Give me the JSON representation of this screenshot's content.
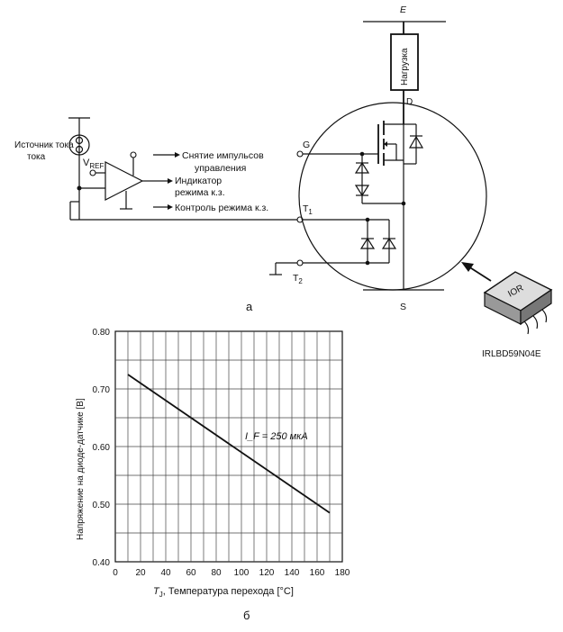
{
  "schematic": {
    "label_current_source": "Источник тока",
    "label_vref_main": "V",
    "label_vref_sub": "REF",
    "label_pulse_off": "Снятие импульсов",
    "label_pulse_off_2": "управления",
    "label_sc_indicator": "Индикатор",
    "label_sc_indicator_2": "режима к.з.",
    "label_sc_control": "Контроль режима к.з.",
    "label_load": "Нагрузка",
    "pin_E": "E",
    "pin_D": "D",
    "pin_G": "G",
    "pin_S": "S",
    "pin_T1_main": "T",
    "pin_T1_sub": "1",
    "pin_T2_main": "T",
    "pin_T2_sub": "2",
    "package_label": "IOR",
    "part_number": "IRLBD59N04E",
    "caption": "а"
  },
  "chart_caption": "б",
  "chart_data": {
    "type": "line",
    "xlabel_main": "T",
    "xlabel_sub": "J",
    "xlabel_rest": ", Температура перехода [°C]",
    "ylabel": "Напряжение на диоде-датчике [В]",
    "xlim": [
      0,
      180
    ],
    "ylim": [
      0.4,
      0.8
    ],
    "x_ticks": [
      "0",
      "20",
      "40",
      "60",
      "80",
      "100",
      "120",
      "140",
      "160",
      "180"
    ],
    "y_ticks": [
      "0.40",
      "0.50",
      "0.60",
      "0.70",
      "0.80"
    ],
    "grid": true,
    "annotation": "I_F = 250 мкА",
    "series": [
      {
        "x": [
          10,
          170
        ],
        "y": [
          0.725,
          0.485
        ]
      }
    ]
  }
}
